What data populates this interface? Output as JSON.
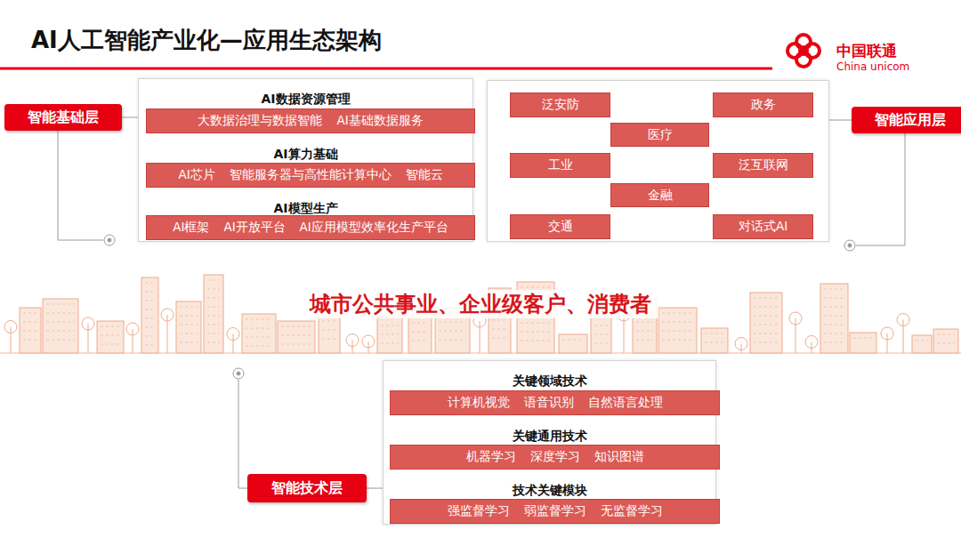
{
  "diagram": {
    "title": "AI人工智能产业化—应用生态架构",
    "nodes": [
      {
        "text": [
          "智能基础层"
        ]
      },
      {
        "text": [
          "AI数据资源管理",
          "AI算力基础",
          "AI模型生产"
        ]
      },
      {
        "text": [
          "大数据治理与数据智能",
          "AI基础数据服务"
        ],
        "in": 1
      },
      {
        "text": [
          "AI芯片",
          "智能服务器与高性能计算中心",
          "智能云"
        ],
        "in": 1
      },
      {
        "text": [
          "AI框架",
          "AI开放平台",
          "AI应用模型效率化生产平台"
        ],
        "in": 1
      },
      {
        "text": []
      },
      {
        "text": [
          "智能应用层"
        ]
      },
      {
        "text": [
          "泛安防"
        ],
        "in": 5
      },
      {
        "text": [
          "政务"
        ],
        "in": 5
      },
      {
        "text": [
          "医疗"
        ],
        "in": 5
      },
      {
        "text": [
          "工业"
        ],
        "in": 5
      },
      {
        "text": [
          "泛互联网"
        ],
        "in": 5
      },
      {
        "text": [
          "金融"
        ],
        "in": 5
      },
      {
        "text": [
          "交通"
        ],
        "in": 5
      },
      {
        "text": [
          "对话式AI"
        ],
        "in": 5
      },
      {
        "text": [
          "关键领域技术",
          "关键通用技术",
          "技术关键模块"
        ]
      },
      {
        "text": [
          "计算机视觉",
          "语音识别",
          "自然语言处理"
        ],
        "in": 15
      },
      {
        "text": [
          "机器学习",
          "深度学习",
          "知识图谱"
        ],
        "in": 15
      },
      {
        "text": [
          "强监督学习",
          "弱监督学习",
          "无监督学习"
        ],
        "in": 15
      },
      {
        "text": [
          "智能技术层"
        ]
      }
    ],
    "edges": [
      {
        "from": 0,
        "to": 1,
        "arrow": "none"
      },
      {
        "from": 6,
        "to": 5,
        "arrow": "none"
      },
      {
        "from": 19,
        "to": 15,
        "arrow": "none"
      }
    ],
    "labels": [
      "中国联通",
      "China unicom",
      "城市公共事业、企业级客户、消费者"
    ]
  }
}
